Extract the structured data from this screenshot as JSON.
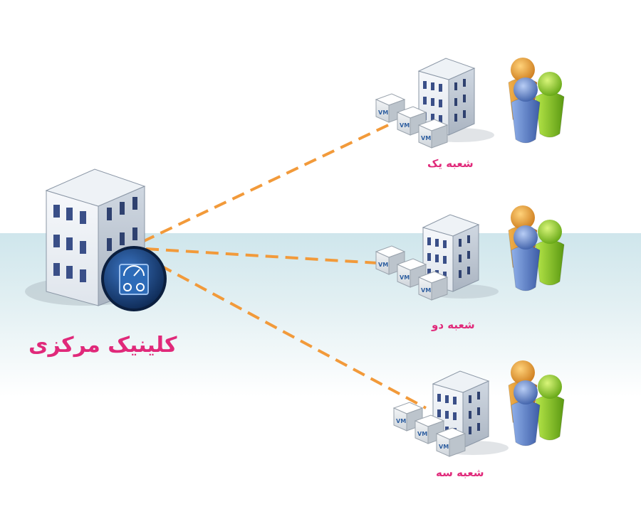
{
  "main": {
    "label": "کلینیک مرکزی",
    "icon": "central-building-with-gauge-icon"
  },
  "branches": [
    {
      "label": "شعبه یک",
      "vm_label": "VM"
    },
    {
      "label": "شعبه دو",
      "vm_label": "VM"
    },
    {
      "label": "شعبه سه",
      "vm_label": "VM"
    }
  ],
  "colors": {
    "accent_label": "#e0297a",
    "link_line": "#f29a3a",
    "band": "#d6eaef",
    "gauge": "#1f4d85"
  }
}
